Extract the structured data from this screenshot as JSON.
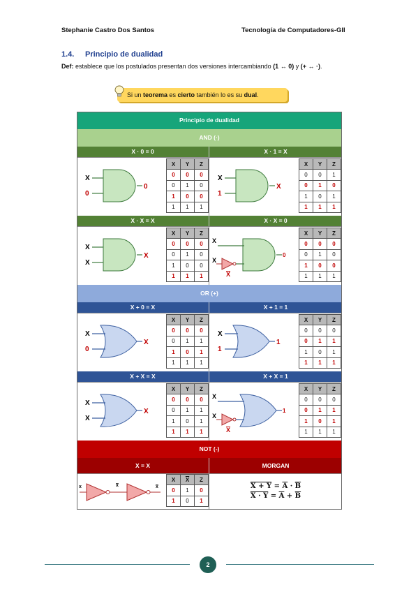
{
  "header": {
    "author": "Stephanie Castro Dos Santos",
    "course": "Tecnología de Computadores-GII"
  },
  "section": {
    "number": "1.4.",
    "title": "Principio de dualidad"
  },
  "definition": {
    "label": "Def:",
    "text": " establece que los postulados presentan dos versiones intercambiando ",
    "swap1": "(1 ↔ 0)",
    "mid": " y ",
    "swap2": "(+ ↔ ·)",
    "end": "."
  },
  "callout": {
    "p1": "Si un ",
    "b1": "teorema",
    "p2": " es ",
    "b2": "cierto",
    "p3": " también lo es su ",
    "b3": "dual",
    "p4": "."
  },
  "table": {
    "title": "Principio de dualidad",
    "and_label": "AND (·)",
    "or_label": "OR (+)",
    "not_label": "NOT (-)",
    "morgan_label": "MORGAN",
    "headers": [
      "X",
      "Y",
      "Z"
    ],
    "not_headers": [
      "X",
      "X",
      "Z"
    ],
    "colors": {
      "title": "#17a57a",
      "and": "#a9d18e",
      "and_dark": "#538135",
      "or": "#8eaadb",
      "or_dark": "#2f5496",
      "not": "#c00000",
      "not_dark": "#9c0000",
      "highlight": "#c00000"
    },
    "blocks": [
      {
        "label": "X · 0 = 0",
        "inputs": [
          "X",
          "0"
        ],
        "output": "0",
        "gate": "and",
        "rows": [
          [
            "0",
            "0",
            "0"
          ],
          [
            "0",
            "1",
            "0"
          ],
          [
            "1",
            "0",
            "0"
          ],
          [
            "1",
            "1",
            "1"
          ]
        ],
        "hl": [
          0,
          2
        ]
      },
      {
        "label": "X · 1 = X",
        "inputs": [
          "X",
          "1"
        ],
        "output": "X",
        "gate": "and",
        "rows": [
          [
            "0",
            "0",
            "1"
          ],
          [
            "0",
            "1",
            "0"
          ],
          [
            "1",
            "0",
            "1"
          ],
          [
            "1",
            "1",
            "1"
          ]
        ],
        "hl": [
          1,
          3
        ]
      },
      {
        "label": "X · X = X",
        "inputs": [
          "X",
          "X"
        ],
        "output": "X",
        "gate": "and",
        "rows": [
          [
            "0",
            "0",
            "0"
          ],
          [
            "0",
            "1",
            "0"
          ],
          [
            "1",
            "0",
            "0"
          ],
          [
            "1",
            "1",
            "1"
          ]
        ],
        "hl": [
          0,
          3
        ]
      },
      {
        "label": "X · X = 0",
        "inputs": [
          "X",
          "X"
        ],
        "output": "0",
        "gate": "and-not",
        "rows": [
          [
            "0",
            "0",
            "0"
          ],
          [
            "0",
            "1",
            "0"
          ],
          [
            "1",
            "0",
            "0"
          ],
          [
            "1",
            "1",
            "1"
          ]
        ],
        "hl": [
          0,
          2
        ]
      },
      {
        "label": "X + 0 = X",
        "inputs": [
          "X",
          "0"
        ],
        "output": "X",
        "gate": "or",
        "rows": [
          [
            "0",
            "0",
            "0"
          ],
          [
            "0",
            "1",
            "1"
          ],
          [
            "1",
            "0",
            "1"
          ],
          [
            "1",
            "1",
            "1"
          ]
        ],
        "hl": [
          0,
          2
        ]
      },
      {
        "label": "X + 1 = 1",
        "inputs": [
          "X",
          "1"
        ],
        "output": "1",
        "gate": "or",
        "rows": [
          [
            "0",
            "0",
            "0"
          ],
          [
            "0",
            "1",
            "1"
          ],
          [
            "1",
            "0",
            "1"
          ],
          [
            "1",
            "1",
            "1"
          ]
        ],
        "hl": [
          1,
          3
        ]
      },
      {
        "label": "X + X = X",
        "inputs": [
          "X",
          "X"
        ],
        "output": "X",
        "gate": "or",
        "rows": [
          [
            "0",
            "0",
            "0"
          ],
          [
            "0",
            "1",
            "1"
          ],
          [
            "1",
            "0",
            "1"
          ],
          [
            "1",
            "1",
            "1"
          ]
        ],
        "hl": [
          0,
          3
        ]
      },
      {
        "label": "X + X = 1",
        "inputs": [
          "X",
          "X"
        ],
        "output": "1",
        "gate": "or-not",
        "rows": [
          [
            "0",
            "0",
            "0"
          ],
          [
            "0",
            "1",
            "1"
          ],
          [
            "1",
            "0",
            "1"
          ],
          [
            "1",
            "1",
            "1"
          ]
        ],
        "hl": [
          1,
          2
        ]
      }
    ],
    "not_block": {
      "label": "X = X",
      "in": "x",
      "mid": "x",
      "out": "x",
      "rows": [
        [
          "0",
          "1",
          "0"
        ],
        [
          "1",
          "0",
          "1"
        ]
      ]
    },
    "morgan_lines": [
      {
        "lhs": "X + Y",
        "eq": " = ",
        "a": "A",
        "op": " · ",
        "b": "B"
      },
      {
        "lhs": "X · Y",
        "eq": " = ",
        "a": "A",
        "op": " + ",
        "b": "B"
      }
    ]
  },
  "page_number": "2"
}
